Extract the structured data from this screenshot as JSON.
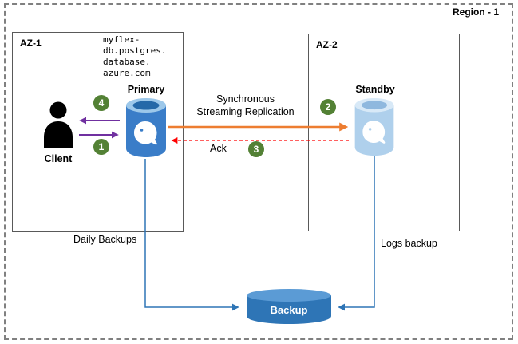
{
  "region": {
    "label": "Region - 1"
  },
  "az1": {
    "label": "AZ-1"
  },
  "az2": {
    "label": "AZ-2"
  },
  "dns": {
    "text": "myflex-\ndb.postgres.\ndatabase.\nazure.com"
  },
  "client": {
    "label": "Client"
  },
  "primary": {
    "label": "Primary"
  },
  "standby": {
    "label": "Standby"
  },
  "backup": {
    "label": "Backup"
  },
  "flows": {
    "replication": {
      "label": "Synchronous\nStreaming Replication"
    },
    "ack": {
      "label": "Ack"
    },
    "daily_backups": {
      "label": "Daily Backups"
    },
    "logs_backup": {
      "label": "Logs backup"
    }
  },
  "steps": {
    "client_to_primary": "1",
    "replication": "2",
    "ack": "3",
    "primary_to_client": "4"
  },
  "colors": {
    "step_badge": "#538135",
    "replication_arrow": "#ED7D31",
    "ack_arrow": "#FF0000",
    "client_arrows": "#7030A0",
    "backup_lines": "#2E75B6",
    "primary_db_body": "#3A7DC8",
    "standby_db_body": "#AFD0EC",
    "backup_body": "#2E75B6",
    "region_border": "#808080"
  }
}
